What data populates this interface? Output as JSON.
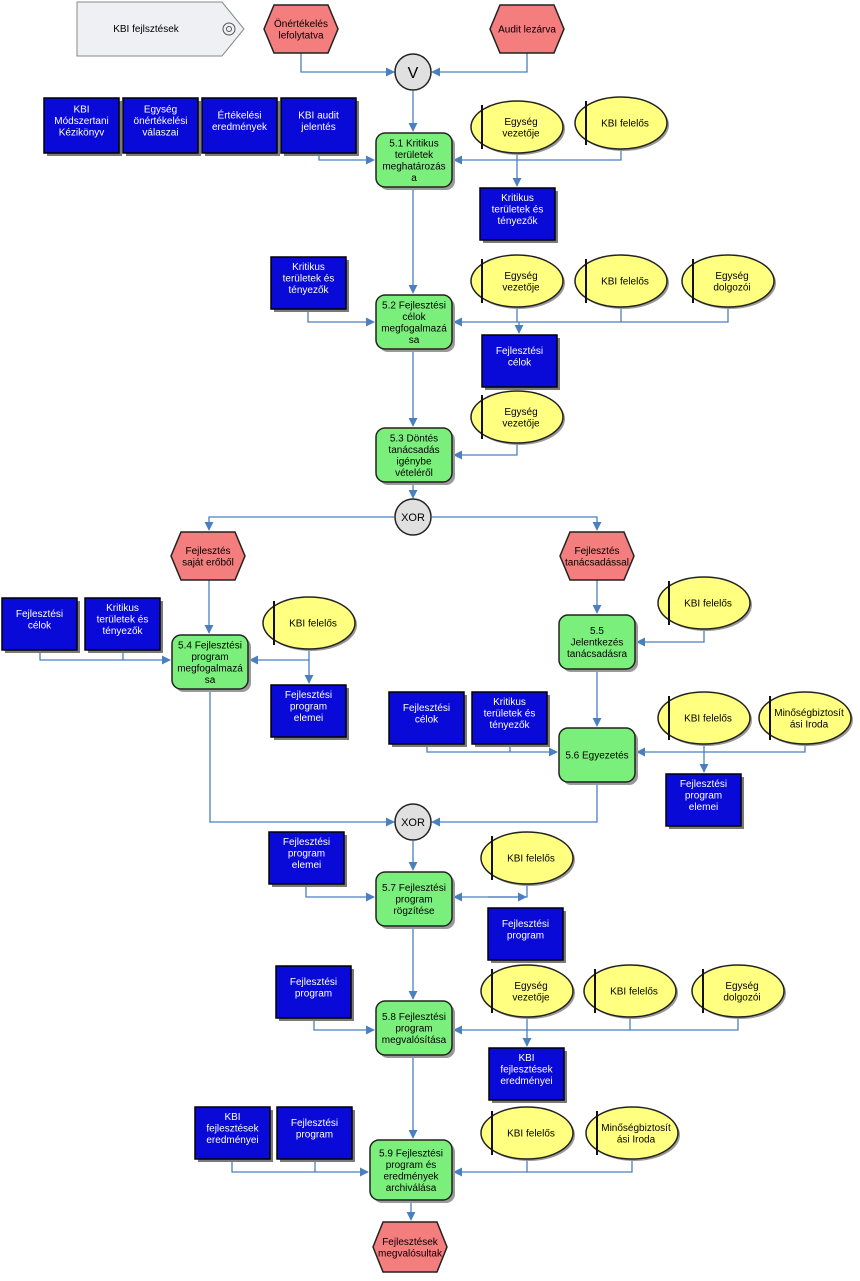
{
  "colors": {
    "event": "#f47d7d",
    "function": "#7bef7b",
    "document": "#0a0ad8",
    "role": "#ffff80",
    "connector": "#e0e0e0",
    "arrow": "#4a7fc0",
    "process_interface": "#eef0f4"
  },
  "diagram": {
    "process_interface": "KBI fejlsztések",
    "events": {
      "onertekeles": [
        "Önértékelés",
        "lefolytatva"
      ],
      "audit_lezarva": [
        "Audit lezárva"
      ],
      "sajat_erobol": [
        "Fejlesztés",
        "saját erőből"
      ],
      "tanacsadassal": [
        "Fejlesztés",
        "tanácsadással"
      ],
      "megvalosultak": [
        "Fejlesztések",
        "megvalósultak"
      ]
    },
    "connectors": {
      "and": "V",
      "xor1": "XOR",
      "xor2": "XOR"
    },
    "functions": {
      "f51": [
        "5.1 Kritikus",
        "területek",
        "meghatározás",
        "a"
      ],
      "f52": [
        "5.2 Fejlesztési",
        "célok",
        "megfogalmazá",
        "sa"
      ],
      "f53": [
        "5.3 Döntés",
        "tanácsadás",
        "igénybe",
        "vételéről"
      ],
      "f54": [
        "5.4 Fejlesztési",
        "program",
        "megfogalmazá",
        "sa"
      ],
      "f55": [
        "5.5",
        "Jelentkezés",
        "tanácsadásra"
      ],
      "f56": [
        "5.6 Egyezetés"
      ],
      "f57": [
        "5.7 Fejlesztési",
        "program",
        "rögzítése"
      ],
      "f58": [
        "5.8 Fejlesztési",
        "program",
        "megvalósítása"
      ],
      "f59": [
        "5.9 Fejlesztési",
        "program és",
        "eredmények",
        "archiválása"
      ]
    },
    "documents": {
      "d_modszertani": [
        "KBI",
        "Módszertani",
        "Kézikönyv"
      ],
      "d_onertekelesi": [
        "Egység",
        "önértékelési",
        "válaszai"
      ],
      "d_ertekelesi": [
        "Értékelési",
        "eredmények"
      ],
      "d_audit": [
        "KBI audit",
        "jelentés"
      ],
      "d_krit_out1": [
        "Kritikus",
        "területek és",
        "tényezők"
      ],
      "d_krit_in2": [
        "Kritikus",
        "területek és",
        "tényezők"
      ],
      "d_celok_out2": [
        "Fejlesztési",
        "célok"
      ],
      "d_celok_in4": [
        "Fejlesztési",
        "célok"
      ],
      "d_krit_in4": [
        "Kritikus",
        "területek és",
        "tényezők"
      ],
      "d_elemei_out4": [
        "Fejlesztési",
        "program",
        "elemei"
      ],
      "d_celok_in6": [
        "Fejlesztési",
        "célok"
      ],
      "d_krit_in6": [
        "Kritikus",
        "területek és",
        "tényezők"
      ],
      "d_elemei_out6": [
        "Fejlesztési",
        "program",
        "elemei"
      ],
      "d_elemei_in7": [
        "Fejlesztési",
        "program",
        "elemei"
      ],
      "d_program_out7": [
        "Fejlesztési",
        "program"
      ],
      "d_program_in8": [
        "Fejlesztési",
        "program"
      ],
      "d_eredmenyei_out8": [
        "KBI",
        "fejlesztések",
        "eredményei"
      ],
      "d_eredmenyei_in9": [
        "KBI",
        "fejlesztések",
        "eredményei"
      ],
      "d_program_in9": [
        "Fejlesztési",
        "program"
      ]
    },
    "roles": {
      "r_vez1": [
        "Egység",
        "vezetője"
      ],
      "r_kbi1": [
        "KBI felelős"
      ],
      "r_vez2": [
        "Egység",
        "vezetője"
      ],
      "r_kbi2": [
        "KBI felelős"
      ],
      "r_dolg2": [
        "Egység",
        "dolgozói"
      ],
      "r_vez3": [
        "Egység",
        "vezetője"
      ],
      "r_kbi4": [
        "KBI felelős"
      ],
      "r_kbi5": [
        "KBI felelős"
      ],
      "r_kbi6": [
        "KBI felelős"
      ],
      "r_minoseg6": [
        "Minőségbiztosít",
        "ási Iroda"
      ],
      "r_kbi7": [
        "KBI felelős"
      ],
      "r_vez8": [
        "Egység",
        "vezetője"
      ],
      "r_kbi8": [
        "KBI felelős"
      ],
      "r_dolg8": [
        "Egység",
        "dolgozói"
      ],
      "r_kbi9": [
        "KBI felelős"
      ],
      "r_minoseg9": [
        "Minőségbiztosít",
        "ási Iroda"
      ]
    }
  }
}
